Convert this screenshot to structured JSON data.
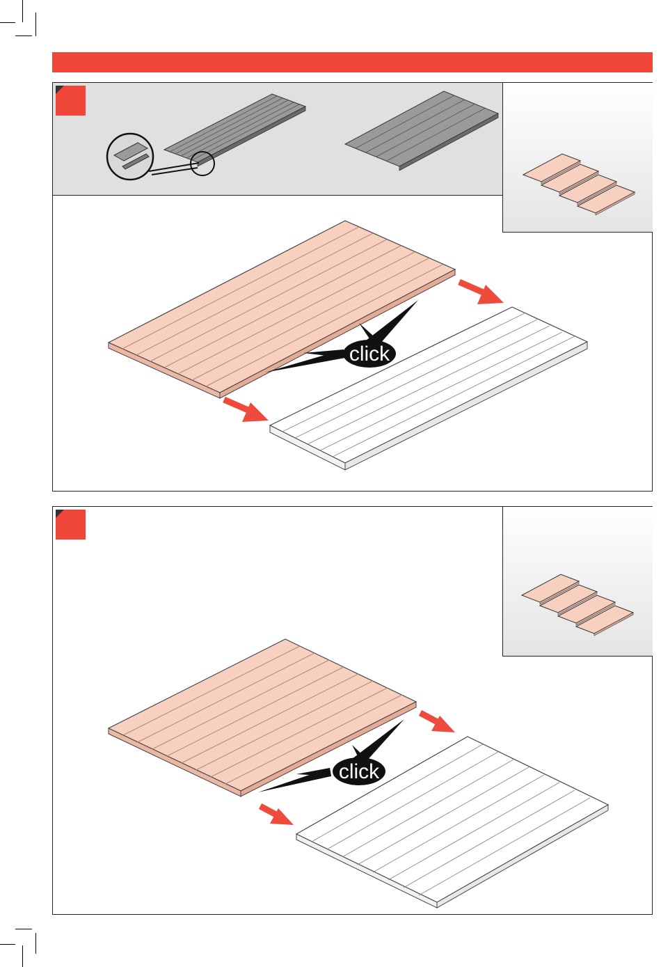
{
  "steps": [
    {
      "callout_text": "click"
    },
    {
      "callout_text": "click"
    }
  ],
  "colors": {
    "header_red": "#f0463a",
    "badge_red": "#f0463a",
    "arrow_red": "#ee4b3c",
    "panel_pink": "#f7d0c0",
    "panel_grey": "#8c8c8c",
    "band_grey": "#e0e0e0"
  },
  "icons": [
    "floor-panel-part",
    "red-arrow-icon",
    "click-callout",
    "magnifier-detail",
    "part-count-panels"
  ]
}
